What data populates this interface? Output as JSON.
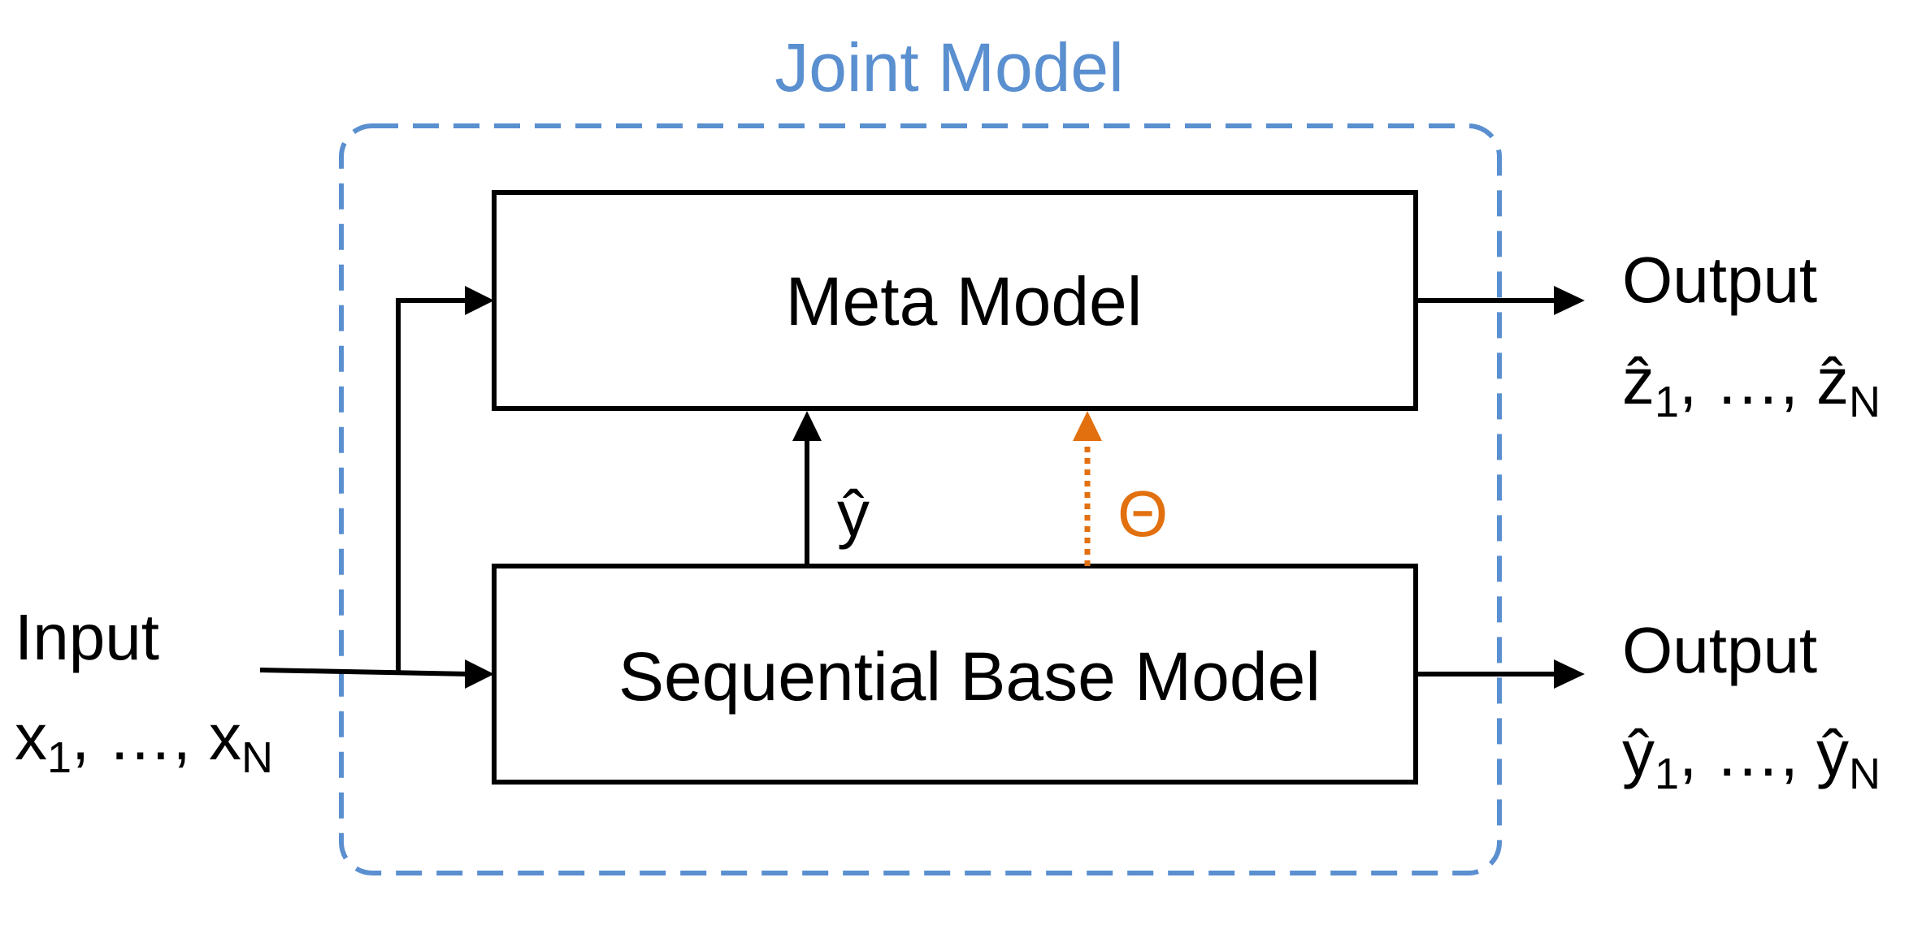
{
  "joint_model": {
    "title": "Joint Model",
    "color": "#5a8fd0"
  },
  "meta_model": {
    "label": "Meta Model"
  },
  "base_model": {
    "label": "Sequential Base Model"
  },
  "input": {
    "label": "Input",
    "seq_first": "x",
    "sub_first": "1",
    "sep": ", …, ",
    "seq_last": "x",
    "sub_last": "N"
  },
  "output_meta": {
    "label": "Output",
    "seq_first": "ẑ",
    "sub_first": "1",
    "sep": ", …, ",
    "seq_last": "ẑ",
    "sub_last": "N"
  },
  "output_base": {
    "label": "Output",
    "seq_first": "ŷ",
    "sub_first": "1",
    "sep": ", …, ",
    "seq_last": "ŷ",
    "sub_last": "N"
  },
  "edges": {
    "prediction_label": "ŷ",
    "parameter_label": "Θ",
    "parameter_color": "#e2700f"
  }
}
